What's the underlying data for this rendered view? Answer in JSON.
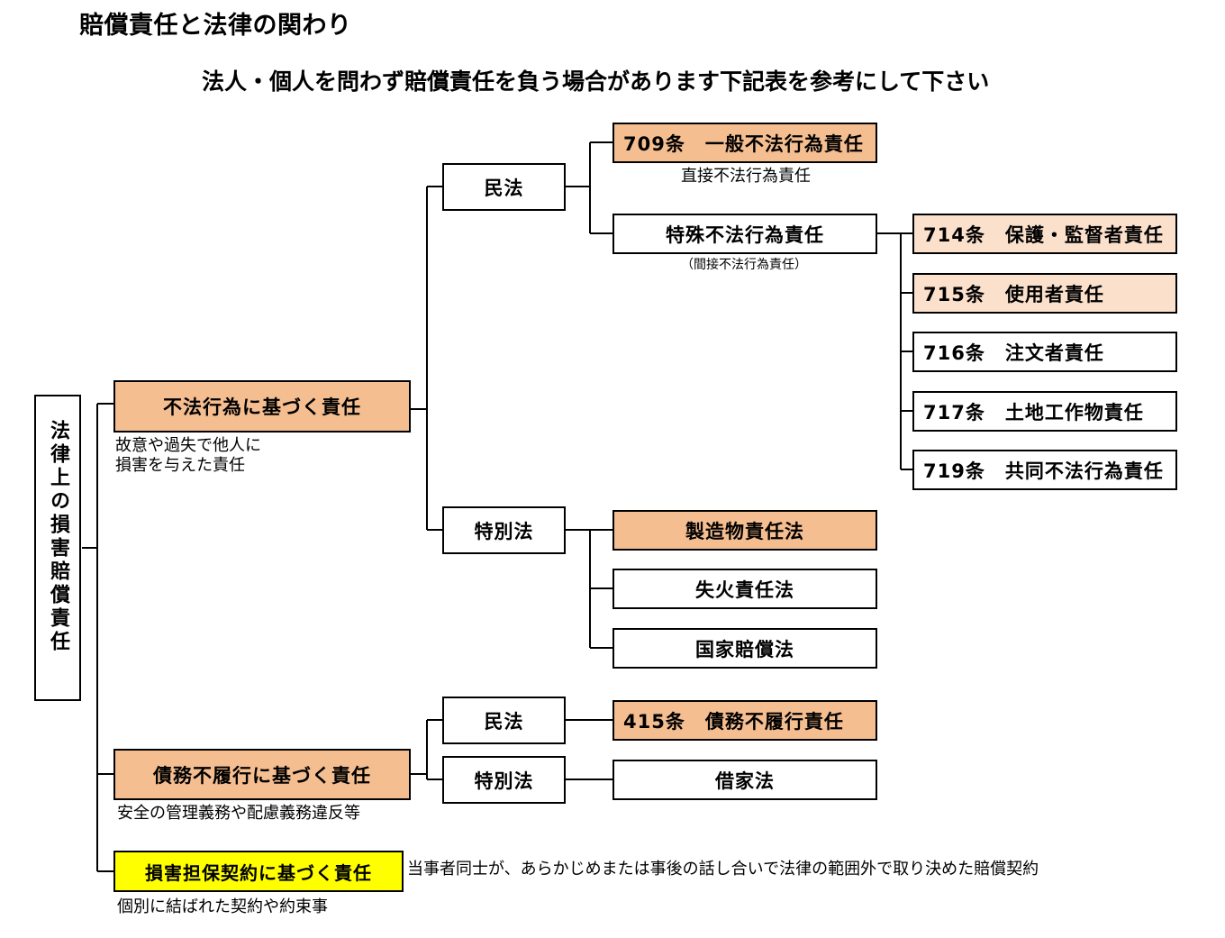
{
  "header": {
    "title": "賠償責任と法律の関わり",
    "subtitle": "法人・個人を問わず賠償責任を負う場合があります下記表を参考にして下さい"
  },
  "colors": {
    "orange": "#f5be90",
    "light_orange": "#fbe0cc",
    "yellow": "#ffff00",
    "white": "#ffffff",
    "border": "#000000",
    "text": "#000000"
  },
  "diagram": {
    "root": {
      "label": "法律上の損害賠償責任",
      "orientation": "vertical",
      "fill": "white"
    },
    "level1": [
      {
        "id": "tort",
        "label": "不法行為に基づく責任",
        "fill": "orange",
        "caption": "故意や過失で他人に\n損害を与えた責任"
      },
      {
        "id": "default",
        "label": "債務不履行に基づく責任",
        "fill": "orange",
        "caption": "安全の管理義務や配慮義務違反等"
      },
      {
        "id": "contract",
        "label": "損害担保契約に基づく責任",
        "fill": "yellow",
        "caption": "個別に結ばれた契約や約束事",
        "side_caption": "当事者同士が、あらかじめまたは事後の話し合いで法律の範囲外で取り決めた賠償契約"
      }
    ],
    "level2": [
      {
        "id": "tort-civil",
        "label": "民法",
        "fill": "white",
        "parent": "tort"
      },
      {
        "id": "tort-special",
        "label": "特別法",
        "fill": "white",
        "parent": "tort"
      },
      {
        "id": "def-civil",
        "label": "民法",
        "fill": "white",
        "parent": "default"
      },
      {
        "id": "def-special",
        "label": "特別法",
        "fill": "white",
        "parent": "default"
      }
    ],
    "level3": [
      {
        "id": "art709",
        "label": "709条　一般不法行為責任",
        "fill": "orange",
        "align": "left",
        "parent": "tort-civil",
        "caption": "直接不法行為責任"
      },
      {
        "id": "special-tort",
        "label": "特殊不法行為責任",
        "fill": "white",
        "align": "center",
        "parent": "tort-civil",
        "caption": "（間接不法行為責任）"
      },
      {
        "id": "pl-law",
        "label": "製造物責任法",
        "fill": "orange",
        "align": "center",
        "parent": "tort-special"
      },
      {
        "id": "fire-law",
        "label": "失火責任法",
        "fill": "white",
        "align": "center",
        "parent": "tort-special"
      },
      {
        "id": "state-law",
        "label": "国家賠償法",
        "fill": "white",
        "align": "center",
        "parent": "tort-special"
      },
      {
        "id": "art415",
        "label": "415条　債務不履行責任",
        "fill": "orange",
        "align": "left",
        "parent": "def-civil"
      },
      {
        "id": "lease-law",
        "label": "借家法",
        "fill": "white",
        "align": "center",
        "parent": "def-special"
      }
    ],
    "level4": [
      {
        "id": "art714",
        "label": "714条　保護・監督者責任",
        "fill": "light_orange",
        "parent": "special-tort"
      },
      {
        "id": "art715",
        "label": "715条　使用者責任",
        "fill": "light_orange",
        "parent": "special-tort"
      },
      {
        "id": "art716",
        "label": "716条　注文者責任",
        "fill": "white",
        "parent": "special-tort"
      },
      {
        "id": "art717",
        "label": "717条　土地工作物責任",
        "fill": "white",
        "parent": "special-tort"
      },
      {
        "id": "art719",
        "label": "719条　共同不法行為責任",
        "fill": "white",
        "parent": "special-tort"
      }
    ]
  }
}
